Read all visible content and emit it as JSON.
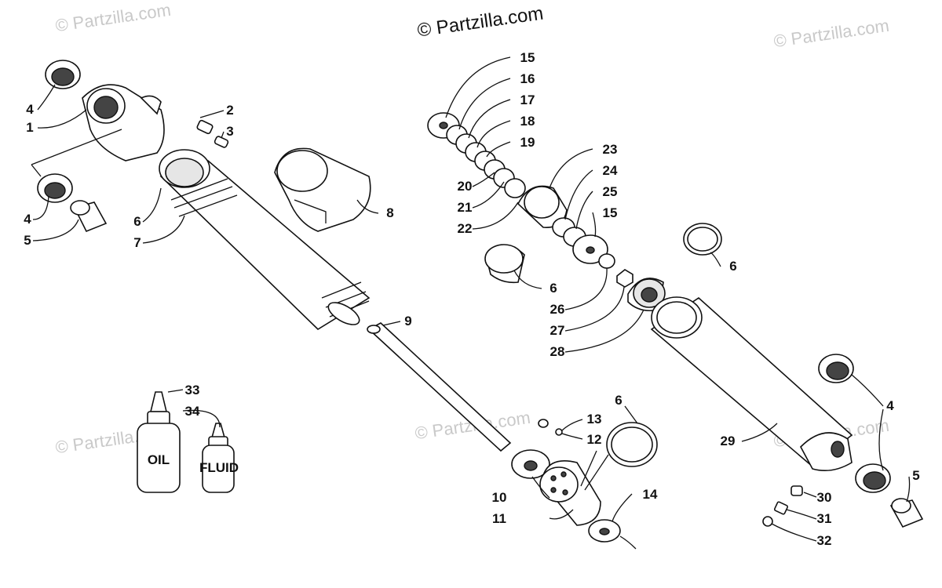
{
  "copyright": "© Partzilla.com",
  "watermarks": [
    "© Partzilla.com",
    "© Partzilla.com",
    "© Partzilla.com",
    "© Partzilla.com",
    "© Partzilla.com",
    "© Partzilla.com"
  ],
  "bottle_labels": {
    "oil": "OIL",
    "fluid": "FLUID"
  },
  "callouts": [
    "1",
    "2",
    "3",
    "4",
    "4",
    "5",
    "6",
    "7",
    "8",
    "9",
    "10",
    "11",
    "12",
    "13",
    "14",
    "15",
    "16",
    "17",
    "18",
    "19",
    "20",
    "21",
    "22",
    "23",
    "24",
    "25",
    "15",
    "6",
    "26",
    "27",
    "28",
    "6",
    "29",
    "4",
    "5",
    "30",
    "31",
    "32",
    "6",
    "33",
    "34"
  ]
}
